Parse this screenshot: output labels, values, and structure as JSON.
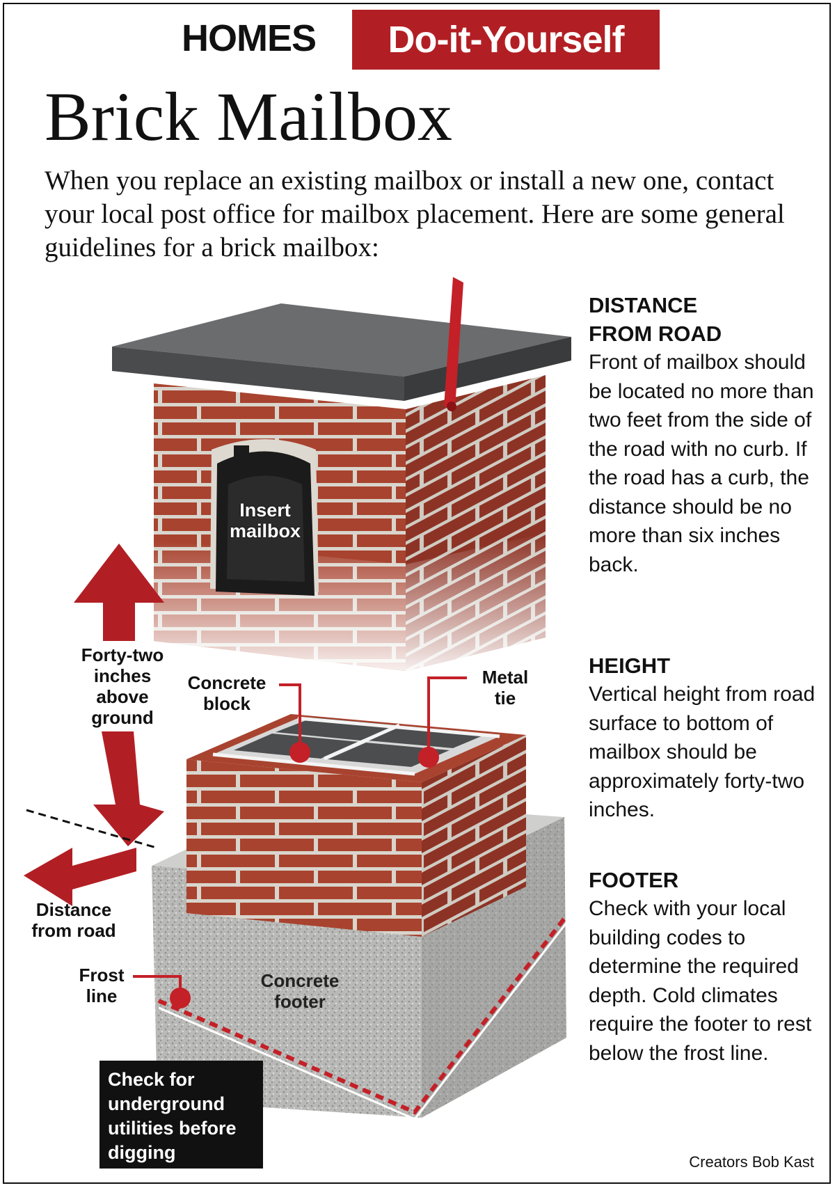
{
  "header": {
    "section": "HOMES",
    "tag": "Do-it-Yourself"
  },
  "title": "Brick Mailbox",
  "intro": "When you replace an existing mailbox or install a new one, contact your local post office for mailbox placement. Here are some general guidelines for a brick mailbox:",
  "sections": [
    {
      "heading_line1": "DISTANCE",
      "heading_line2": "FROM ROAD",
      "body": "Front of mailbox should be located no more than two feet from the side of the road with no curb. If the road has a curb, the distance should be no more than six inches back."
    },
    {
      "heading": "HEIGHT",
      "body": "Vertical height from road surface to bottom of mailbox should be approximately forty-two inches."
    },
    {
      "heading": "FOOTER",
      "body": "Check with your local building codes to determine the required depth. Cold climates require the footer to rest below the frost line."
    }
  ],
  "labels": {
    "insert_mailbox_1": "Insert",
    "insert_mailbox_2": "mailbox",
    "forty_two_1": "Forty-two",
    "forty_two_2": "inches",
    "forty_two_3": "above",
    "forty_two_4": "ground",
    "concrete_block_1": "Concrete",
    "concrete_block_2": "block",
    "metal_tie_1": "Metal",
    "metal_tie_2": "tie",
    "distance_1": "Distance",
    "distance_2": "from road",
    "frost_1": "Frost",
    "frost_2": "line",
    "footer_1": "Concrete",
    "footer_2": "footer"
  },
  "utilities_note": "Check for underground utilities before digging",
  "credit": "Creators Bob Kast",
  "colors": {
    "accent_red": "#b11f24",
    "brick": "#a8432f",
    "mortar": "#d9d5cc",
    "cap": "#5a5b5d",
    "concrete": "#b7b7b5",
    "block_gray": "#8c8e90"
  }
}
